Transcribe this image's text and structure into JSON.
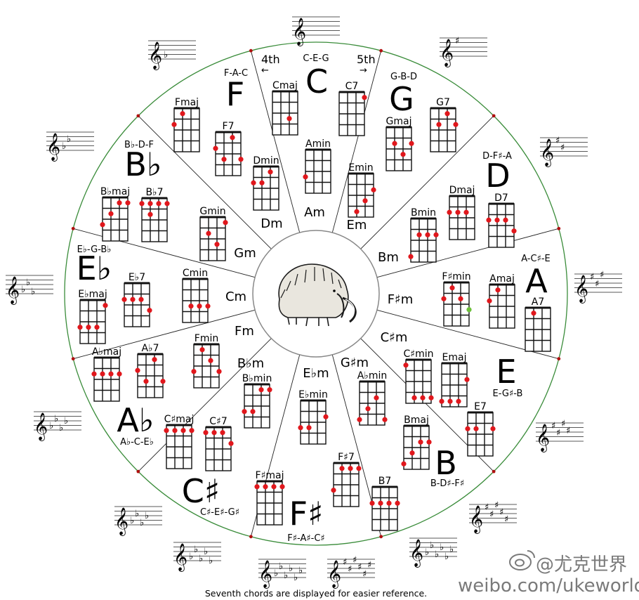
{
  "header": {
    "fourth": "4th",
    "fifth": "5th",
    "center_triad": "C-E-G"
  },
  "center_image": {
    "icon": "mammoth-illustration"
  },
  "keys": [
    {
      "key": "C",
      "triad": "C-E-G",
      "minor": "Am",
      "chords": [
        {
          "name": "Cmaj",
          "dots": [
            [
              2,
              2
            ]
          ]
        },
        {
          "name": "C7",
          "dots": [
            [
              3,
              0
            ]
          ]
        },
        {
          "name": "Amin",
          "dots": [
            [
              0,
              2
            ]
          ]
        }
      ]
    },
    {
      "key": "G",
      "triad": "G-B-D",
      "minor": "Em",
      "chords": [
        {
          "name": "Gmaj",
          "dots": [
            [
              1,
              1
            ],
            [
              2,
              2
            ],
            [
              3,
              1
            ]
          ]
        },
        {
          "name": "G7",
          "dots": [
            [
              1,
              1
            ],
            [
              2,
              0
            ],
            [
              3,
              1
            ]
          ]
        },
        {
          "name": "Emin",
          "dots": [
            [
              1,
              3
            ],
            [
              2,
              2
            ],
            [
              3,
              1
            ]
          ]
        }
      ]
    },
    {
      "key": "D",
      "triad": "D-F♯-A",
      "minor": "Bm",
      "chords": [
        {
          "name": "Dmaj",
          "dots": [
            [
              0,
              1
            ],
            [
              1,
              1
            ],
            [
              2,
              1
            ]
          ]
        },
        {
          "name": "D7",
          "dots": [
            [
              0,
              1
            ],
            [
              1,
              1
            ],
            [
              2,
              1
            ],
            [
              3,
              2
            ]
          ]
        },
        {
          "name": "Bmin",
          "dots": [
            [
              0,
              3
            ],
            [
              1,
              1
            ],
            [
              2,
              1
            ],
            [
              3,
              1
            ]
          ]
        }
      ]
    },
    {
      "key": "A",
      "triad": "A-C♯-E",
      "minor": "F♯m",
      "chords": [
        {
          "name": "Amaj",
          "dots": [
            [
              0,
              1
            ],
            [
              1,
              0
            ]
          ]
        },
        {
          "name": "A7",
          "dots": [
            [
              1,
              0
            ]
          ]
        },
        {
          "name": "F♯min",
          "dots": [
            [
              0,
              1
            ],
            [
              2,
              1
            ],
            [
              1,
              0
            ],
            [
              3,
              2
            ]
          ]
        }
      ]
    },
    {
      "key": "E",
      "triad": "E-G♯-B",
      "minor": "C♯m",
      "chords": [
        {
          "name": "Emaj",
          "dots": [
            [
              0,
              3
            ],
            [
              1,
              3
            ],
            [
              2,
              3
            ],
            [
              3,
              1
            ]
          ]
        },
        {
          "name": "E7",
          "dots": [
            [
              0,
              1
            ],
            [
              1,
              1
            ],
            [
              3,
              1
            ]
          ]
        },
        {
          "name": "C♯min",
          "dots": [
            [
              0,
              0
            ],
            [
              1,
              3
            ],
            [
              2,
              3
            ],
            [
              3,
              3
            ]
          ]
        }
      ]
    },
    {
      "key": "B",
      "triad": "B-D♯-F♯",
      "minor": "G♯m",
      "chords": [
        {
          "name": "Bmaj",
          "dots": [
            [
              0,
              3
            ],
            [
              1,
              2
            ],
            [
              2,
              1
            ],
            [
              3,
              1
            ]
          ]
        },
        {
          "name": "B7",
          "dots": [
            [
              0,
              1
            ],
            [
              1,
              1
            ],
            [
              2,
              1
            ],
            [
              3,
              1
            ]
          ]
        }
      ]
    },
    {
      "key": "F♯",
      "triad": "F♯-A♯-C♯",
      "minor": "E♭m",
      "chords": [
        {
          "name": "F♯maj",
          "dots": [
            [
              0,
              0
            ],
            [
              1,
              0
            ],
            [
              2,
              0
            ],
            [
              3,
              0
            ]
          ]
        },
        {
          "name": "F♯7",
          "dots": [
            [
              0,
              2
            ],
            [
              1,
              0
            ],
            [
              2,
              0
            ],
            [
              3,
              0
            ]
          ]
        },
        {
          "name": "E♭min",
          "dots": [
            [
              0,
              2
            ],
            [
              1,
              2
            ],
            [
              3,
              1
            ]
          ]
        }
      ]
    },
    {
      "key": "C♯",
      "triad": "C♯-E♯-G♯",
      "minor": "B♭m",
      "chords": [
        {
          "name": "C♯maj",
          "dots": [
            [
              0,
              0
            ],
            [
              1,
              0
            ],
            [
              2,
              0
            ],
            [
              3,
              0
            ]
          ]
        },
        {
          "name": "C♯7",
          "dots": [
            [
              0,
              0
            ],
            [
              1,
              0
            ],
            [
              2,
              0
            ],
            [
              3,
              1
            ]
          ]
        },
        {
          "name": "B♭min",
          "dots": [
            [
              0,
              2
            ],
            [
              1,
              2
            ],
            [
              2,
              0
            ],
            [
              3,
              0
            ]
          ]
        },
        {
          "name": "A♭min",
          "dots": [
            [
              0,
              3
            ],
            [
              1,
              2
            ],
            [
              2,
              1
            ],
            [
              3,
              3
            ]
          ]
        }
      ]
    },
    {
      "key": "A♭",
      "triad": "A♭-C-E♭",
      "minor": "Fm",
      "chords": [
        {
          "name": "A♭maj",
          "dots": [
            [
              0,
              1
            ],
            [
              1,
              1
            ],
            [
              2,
              1
            ],
            [
              3,
              1
            ]
          ]
        },
        {
          "name": "A♭7",
          "dots": [
            [
              0,
              1
            ],
            [
              1,
              2
            ],
            [
              2,
              0
            ],
            [
              3,
              2
            ]
          ]
        },
        {
          "name": "Fmin",
          "dots": [
            [
              0,
              2
            ],
            [
              1,
              0
            ],
            [
              2,
              1
            ],
            [
              3,
              2
            ]
          ]
        }
      ]
    },
    {
      "key": "E♭",
      "triad": "E♭-G-B♭",
      "minor": "Cm",
      "chords": [
        {
          "name": "E♭maj",
          "dots": [
            [
              0,
              2
            ],
            [
              1,
              2
            ],
            [
              2,
              2
            ],
            [
              3,
              0
            ]
          ]
        },
        {
          "name": "E♭7",
          "dots": [
            [
              0,
              1
            ],
            [
              1,
              1
            ],
            [
              2,
              1
            ],
            [
              3,
              2
            ]
          ]
        },
        {
          "name": "Cmin",
          "dots": [
            [
              1,
              2
            ],
            [
              2,
              2
            ],
            [
              3,
              2
            ]
          ]
        }
      ]
    },
    {
      "key": "B♭",
      "triad": "B♭-D-F",
      "minor": "Gm",
      "chords": [
        {
          "name": "B♭maj",
          "dots": [
            [
              0,
              2
            ],
            [
              1,
              1
            ],
            [
              2,
              0
            ],
            [
              3,
              0
            ]
          ]
        },
        {
          "name": "B♭7",
          "dots": [
            [
              0,
              0
            ],
            [
              1,
              0
            ],
            [
              2,
              0
            ],
            [
              3,
              0
            ],
            [
              1,
              1
            ]
          ]
        },
        {
          "name": "Gmin",
          "dots": [
            [
              1,
              1
            ],
            [
              2,
              2
            ],
            [
              3,
              0
            ]
          ]
        }
      ]
    },
    {
      "key": "F",
      "triad": "F-A-C",
      "minor": "Dm",
      "chords": [
        {
          "name": "Fmaj",
          "dots": [
            [
              0,
              1
            ],
            [
              1,
              0
            ]
          ]
        },
        {
          "name": "F7",
          "dots": [
            [
              0,
              1
            ],
            [
              1,
              2
            ],
            [
              2,
              0
            ],
            [
              3,
              2
            ]
          ]
        },
        {
          "name": "Dmin",
          "dots": [
            [
              0,
              1
            ],
            [
              1,
              1
            ],
            [
              2,
              0
            ]
          ]
        }
      ]
    }
  ],
  "markers": {
    "dot_color": "#e0171c",
    "open_color": "#6cbf3a",
    "ring_color": "#3a8c3a"
  },
  "footer": {
    "caption": "Seventh chords are displayed for easier reference."
  },
  "watermark": {
    "handle": "@尤克世界",
    "url": "weibo.com/ukeworld"
  }
}
